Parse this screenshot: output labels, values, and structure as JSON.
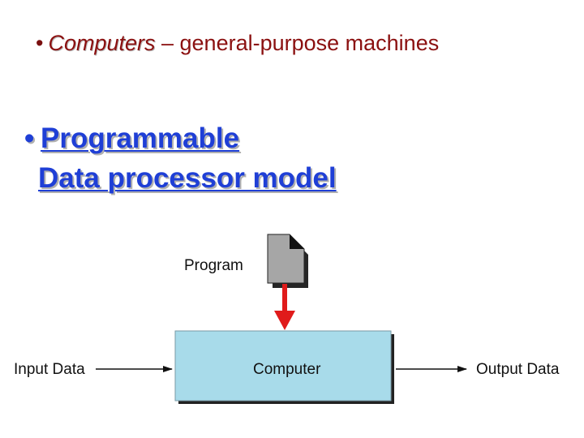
{
  "bullet1": {
    "bullet": "•",
    "term": "Computers",
    "rest": " – general-purpose machines"
  },
  "bullet2": {
    "bullet": "•",
    "line1": "Programmable",
    "line2": "Data processor model"
  },
  "diagram": {
    "program_label": "Program",
    "input_label": "Input Data",
    "computer_label": "Computer",
    "output_label": "Output Data",
    "colors": {
      "computer_box": "#a8dbea",
      "document": "#a6a6a6",
      "program_arrow": "#e01b1b",
      "heading": "#1f3fd6",
      "subtitle": "#8b1010"
    }
  }
}
